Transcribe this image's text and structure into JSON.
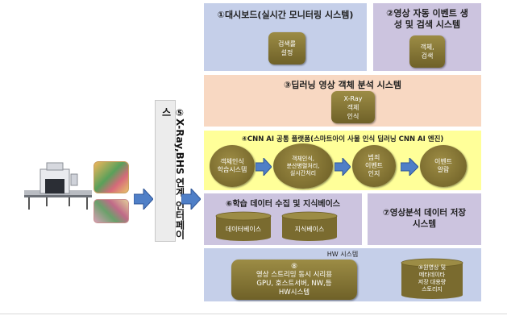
{
  "panel1": {
    "title": "①대시보드(실시간 모니터링 시스템)",
    "box": "검색룰\n설정"
  },
  "panel2": {
    "title": "②영상 자동 이벤트 생\n성 및 검색 시스템",
    "box": "객체,\n검색"
  },
  "panel3": {
    "title": "③딥러닝 영상 객체 분석 시스템",
    "box": "X-Ray\n객체\n인식"
  },
  "panel4": {
    "title": "④CNN AI 공통 플랫폼(스마트아이 사물 인식 딥러닝 CNN AI 엔진)",
    "circles": [
      "객체인식\n학습시스템",
      "객체인식,\n분산병렬처리,\n실시간처리",
      "범죄\n이벤트\n인지",
      "이벤트\n알람"
    ]
  },
  "panel6": {
    "title": "⑥학습 데이터 수집 및 지식베이스",
    "db1": "데이터베이스",
    "db2": "지식베이스"
  },
  "panel7": {
    "title": "⑦영상분석 데이터 저장\n시스템"
  },
  "panelHW": {
    "title": "HW 시스템",
    "box_num": "⑧",
    "box": "영상 스트리밍 동시 시리용\nGPU, 호스트서버, NW,등\nHW시스템",
    "storage": "⑨원영상 및\n메타데이타\n저장 대용량\n스토리지"
  },
  "interface": {
    "label": "⑤X-Ray,BHS 연계 인터페이스"
  },
  "colors": {
    "panel_blue": "#c5cfe9",
    "panel_purple": "#ccc4df",
    "panel_salmon": "#f8d8c2",
    "panel_yellow": "#ffff99",
    "olive": "#7f6f33",
    "arrow_blue": "#4f7fc7"
  }
}
